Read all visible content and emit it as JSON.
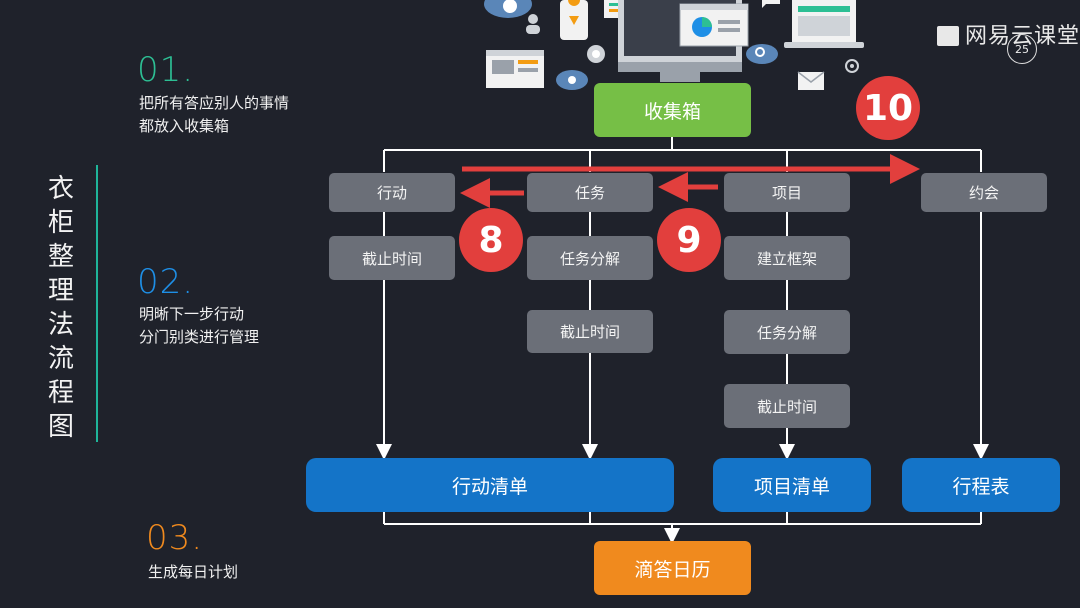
{
  "watermark": "网易云课堂",
  "page_number": "25",
  "vertical_title": "衣柜整理法流程图",
  "steps": [
    {
      "number": "01.",
      "line1": "把所有答应别人的事情",
      "line2": "都放入收集箱",
      "color": "#2dbf94"
    },
    {
      "number": "02.",
      "line1": "明晰下一步行动",
      "line2": "分门别类进行管理",
      "color": "#1e8fe6"
    },
    {
      "number": "03.",
      "line1": "生成每日计划",
      "line2": "",
      "color": "#f08a1e"
    }
  ],
  "inbox": "收集箱",
  "categories": {
    "action": "行动",
    "task": "任务",
    "project": "项目",
    "appointment": "约会"
  },
  "sub_nodes": {
    "action_deadline": "截止时间",
    "task_breakdown": "任务分解",
    "task_deadline": "截止时间",
    "project_framework": "建立框架",
    "project_breakdown": "任务分解",
    "project_deadline": "截止时间"
  },
  "lists": {
    "action_list": "行动清单",
    "project_list": "项目清单",
    "schedule": "行程表"
  },
  "calendar": "滴答日历",
  "badges": {
    "eight": "8",
    "nine": "9",
    "ten": "10"
  },
  "colors": {
    "background": "#1f222b",
    "accent_red": "#e23f3d",
    "node_gray": "#6b6f78",
    "blue": "#1474c8",
    "green": "#76bf46",
    "orange": "#f08a1e"
  }
}
